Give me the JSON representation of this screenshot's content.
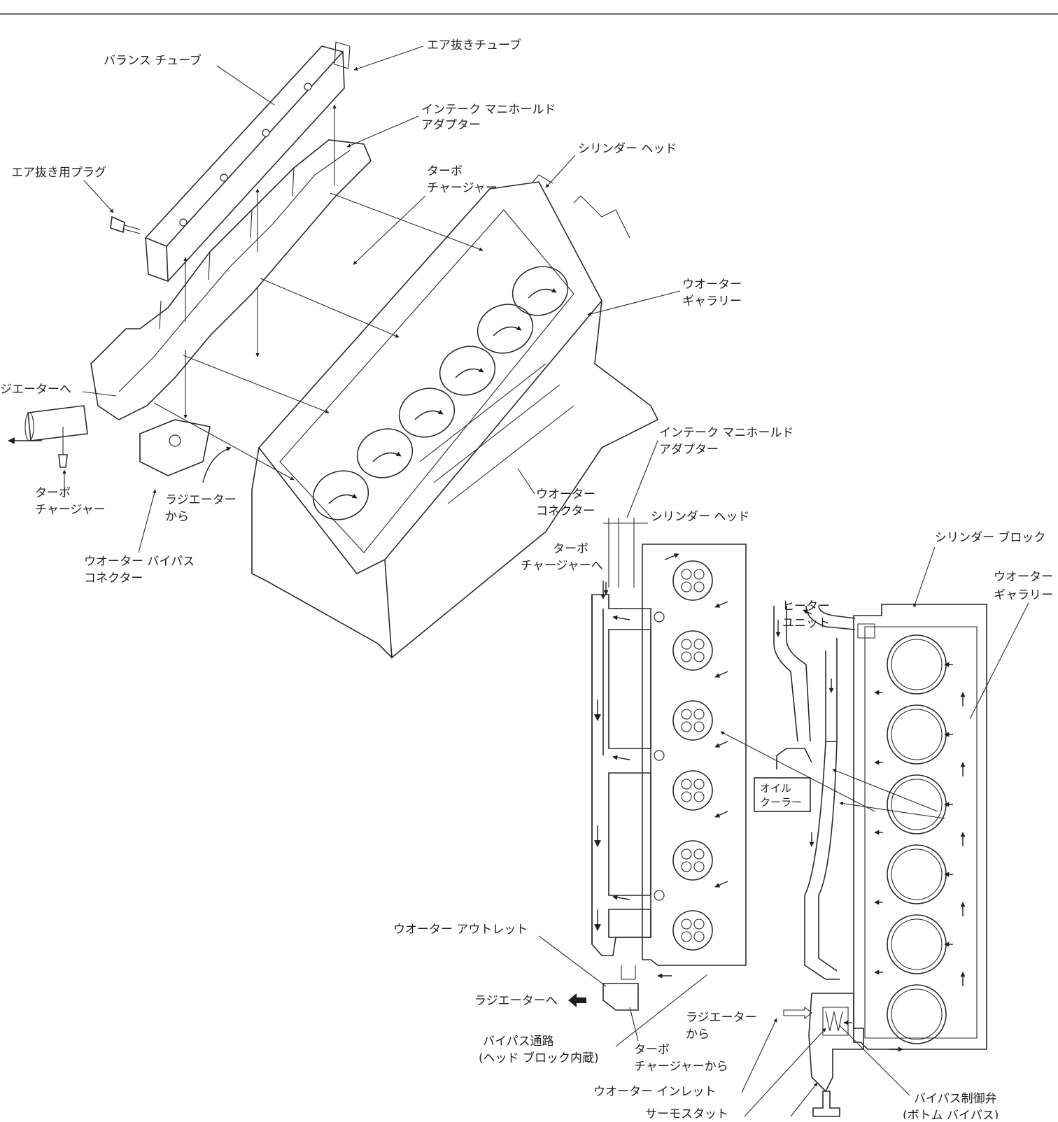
{
  "labels": {
    "balance_tube": "バランス チューブ",
    "air_vent_tube": "エア抜きチューブ",
    "intake_adapter_top_1": "インテーク マニホールド",
    "intake_adapter_top_2": "アダプター",
    "cylinder_head_top": "シリンダー ヘッド",
    "air_vent_plug": "エア抜き用プラグ",
    "turbo_top_1": "ターボ",
    "turbo_top_2": "チャージャー",
    "water_gallery_top_1": "ウオーター",
    "water_gallery_top_2": "ギャラリー",
    "to_radiator_left": "ジエーターへ",
    "intake_adapter_mid_1": "インテーク マニホールド",
    "intake_adapter_mid_2": "アダプター",
    "turbo_left_1": "ターボ",
    "turbo_left_2": "チャージャー",
    "from_radiator_1": "ラジエーター",
    "from_radiator_2": "から",
    "water_connector_1": "ウオーター",
    "water_connector_2": "コネクター",
    "cylinder_head_mid": "シリンダー ヘッド",
    "water_bypass_1": "ウオーター バイパス",
    "water_bypass_2": "コネクター",
    "to_turbo_1": "ターボ",
    "to_turbo_2": "チャージャーへ",
    "cylinder_block": "シリンダー ブロック",
    "water_gallery_right_1": "ウオーター",
    "water_gallery_right_2": "ギャラリー",
    "heater_unit_1": "ヒーター",
    "heater_unit_2": "ユニット",
    "oil_cooler_1": "オイル",
    "oil_cooler_2": "クーラー",
    "water_outlet": "ウオーター アウトレット",
    "to_radiator_bottom": "ラジエーターへ",
    "from_radiator_bottom_1": "ラジエーター",
    "from_radiator_bottom_2": "から",
    "bypass_passage_1": "バイパス通路",
    "bypass_passage_2": "(ヘッド ブロック内蔵)",
    "from_turbo_1": "ターボ",
    "from_turbo_2": "チャージャーから",
    "water_inlet": "ウオーター インレット",
    "thermostat": "サーモスタット",
    "bypass_valve_1": "バイパス制御弁",
    "bypass_valve_2": "(ボトム バイパス)"
  }
}
